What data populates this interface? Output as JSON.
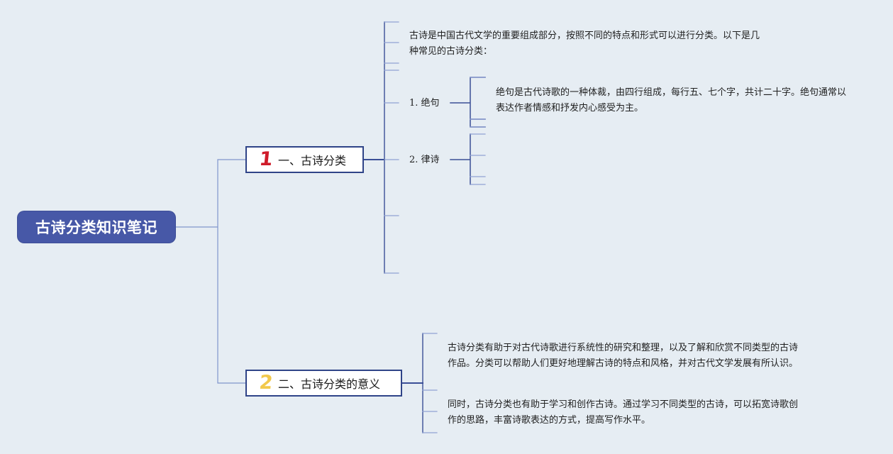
{
  "root": {
    "title": "古诗分类知识笔记"
  },
  "branches": [
    {
      "number": "1",
      "label": "一、古诗分类",
      "intro": "古诗是中国古代文学的重要组成部分，按照不同的特点和形式可以进行分类。以下是几种常见的古诗分类：",
      "children": [
        {
          "label": "1. 绝句",
          "detail": "绝句是古代诗歌的一种体裁，由四行组成，每行五、七个字，共计二十字。绝句通常以表达作者情感和抒发内心感受为主。"
        },
        {
          "label": "2. 律诗",
          "detail": ""
        }
      ]
    },
    {
      "number": "2",
      "label": "二、古诗分类的意义",
      "paragraphs": [
        "古诗分类有助于对古代诗歌进行系统性的研究和整理，以及了解和欣赏不同类型的古诗作品。分类可以帮助人们更好地理解古诗的特点和风格，并对古代文学发展有所认识。",
        "同时，古诗分类也有助于学习和创作古诗。通过学习不同类型的古诗，可以拓宽诗歌创作的思路，丰富诗歌表达的方式，提高写作水平。"
      ]
    }
  ],
  "colors": {
    "background": "#e6edf3",
    "root_fill": "#4758a7",
    "branch_border": "#2f4488",
    "connector_main": "#3a4f96",
    "connector_light": "#8fa2d3",
    "badge_red": "#cf1b2a",
    "badge_yellow": "#f2c94c"
  }
}
